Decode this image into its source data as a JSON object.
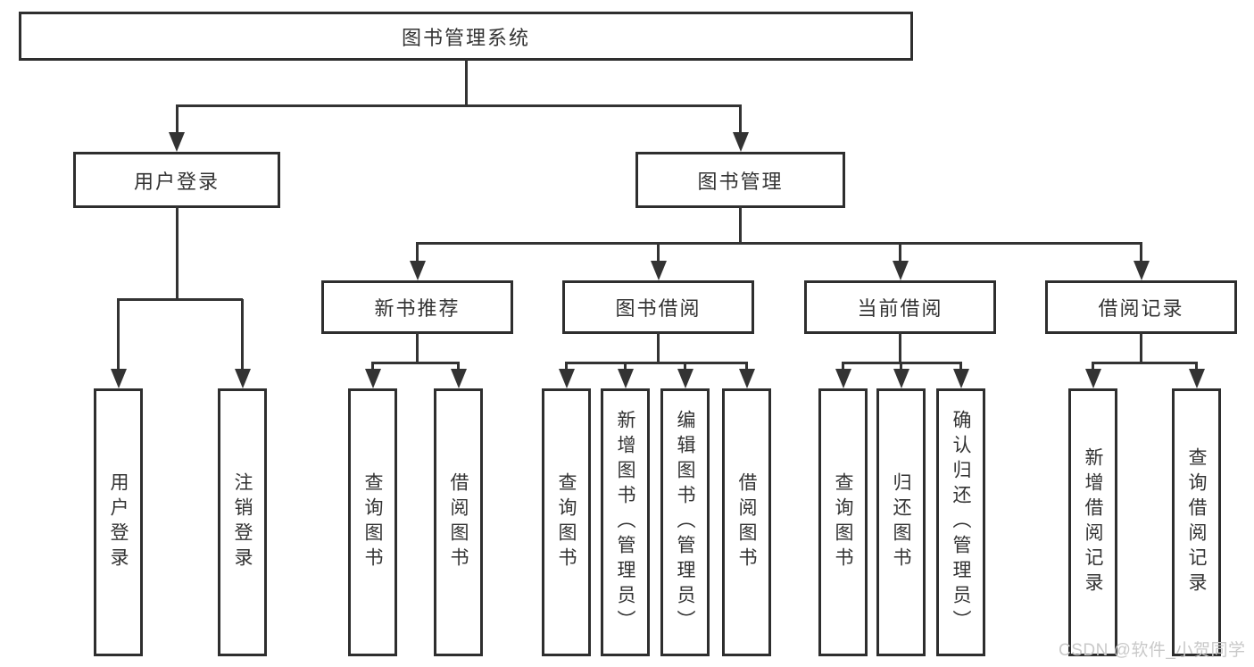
{
  "tree": {
    "root": "图书管理系统",
    "login": {
      "label": "用户登录",
      "children": [
        "用户登录",
        "注销登录"
      ]
    },
    "management": {
      "label": "图书管理",
      "sections": [
        {
          "label": "新书推荐",
          "children": [
            "查询图书",
            "借阅图书"
          ]
        },
        {
          "label": "图书借阅",
          "children": [
            "查询图书",
            "新增图书（管理员）",
            "编辑图书（管理员）",
            "借阅图书"
          ]
        },
        {
          "label": "当前借阅",
          "children": [
            "查询图书",
            "归还图书",
            "确认归还（管理员）"
          ]
        },
        {
          "label": "借阅记录",
          "children": [
            "新增借阅记录",
            "查询借阅记录"
          ]
        }
      ]
    }
  },
  "watermark": "CSDN @软件_小贺同学",
  "colors": {
    "line": "#333333",
    "box_border": "#2e2e2e",
    "text": "#333333",
    "watermark": "#c9c9c9",
    "background": "#ffffff"
  }
}
